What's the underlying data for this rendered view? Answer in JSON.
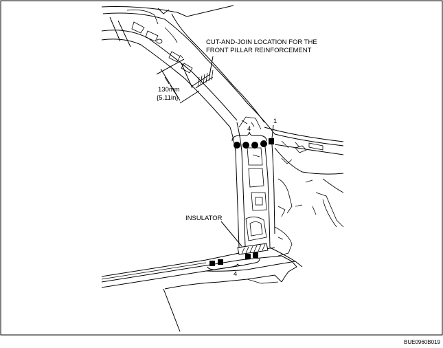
{
  "callouts": {
    "cut_join_line1": "CUT-AND-JOIN LOCATION FOR THE",
    "cut_join_line2": "FRONT PILLAR REINFORCEMENT",
    "dim_mm": "130mm",
    "dim_in": "{5.11in}",
    "spot_count_upper": "4",
    "part_number": "1",
    "insulator": "INSULATOR",
    "spot_count_lower": "4"
  },
  "footer": {
    "figure_code": "BUE0960B019"
  }
}
